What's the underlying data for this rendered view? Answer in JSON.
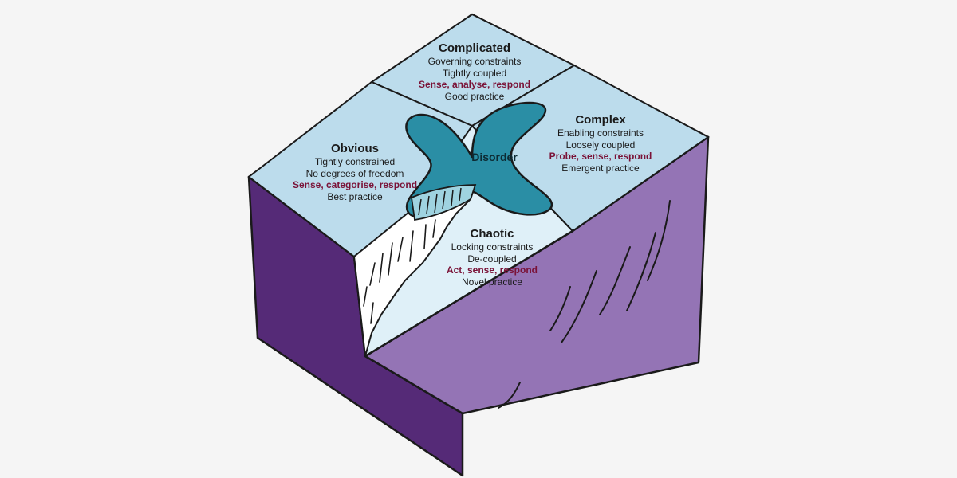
{
  "colors": {
    "background": "#f5f5f5",
    "top_face": "#dff0f8",
    "domain_face": "#bcdcec",
    "front_face": "#552a77",
    "side_face": "#9474b5",
    "disorder": "#2a8ea5",
    "approach_text": "#7a1237",
    "outline": "#1a1a1a"
  },
  "domains": {
    "complicated": {
      "title": "Complicated",
      "line1": "Governing constraints",
      "line2": "Tightly coupled",
      "approach": "Sense, analyse, respond",
      "practice": "Good practice"
    },
    "complex": {
      "title": "Complex",
      "line1": "Enabling constraints",
      "line2": "Loosely coupled",
      "approach": "Probe, sense, respond",
      "practice": "Emergent practice"
    },
    "obvious": {
      "title": "Obvious",
      "line1": "Tightly constrained",
      "line2": "No degrees of freedom",
      "approach": "Sense, categorise, respond",
      "practice": "Best practice"
    },
    "chaotic": {
      "title": "Chaotic",
      "line1": "Locking constraints",
      "line2": "De-coupled",
      "approach": "Act, sense, respond",
      "practice": "Novel practice"
    }
  },
  "disorder": {
    "label": "Disorder"
  }
}
